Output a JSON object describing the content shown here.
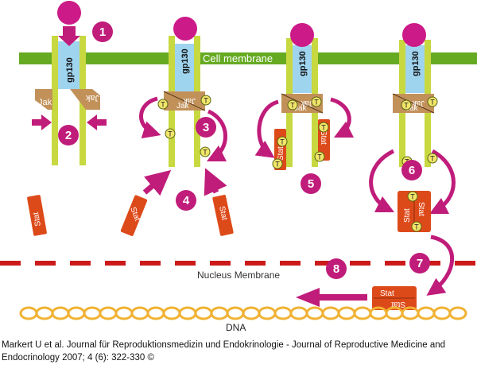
{
  "labels": {
    "receptor": "gp130",
    "cell_membrane": "Cell membrane",
    "jak": "Jak",
    "stat": "Stat",
    "tyrosine": "T",
    "nucleus_membrane": "Nucleus Membrane",
    "dna": "DNA"
  },
  "steps": [
    "1",
    "2",
    "3",
    "4",
    "5",
    "6",
    "7",
    "8"
  ],
  "caption": "Markert U et al. Journal für Reproduktionsmedizin und Endokrinologie - Journal of Reproductive Medicine and Endocrinology 2007; 4 (6): 322-330 ©",
  "colors": {
    "membrane": "#66aa22",
    "receptor_chain": "#c8d840",
    "gp130": "#9fd4ef",
    "ligand": "#cc1a88",
    "arrow": "#c01c7a",
    "jak": "#c2915a",
    "stat": "#dd4a1a",
    "tyrosine": "#f2e66a",
    "nucleus_dash": "#cc1a1a",
    "dna": "#f0b233"
  }
}
